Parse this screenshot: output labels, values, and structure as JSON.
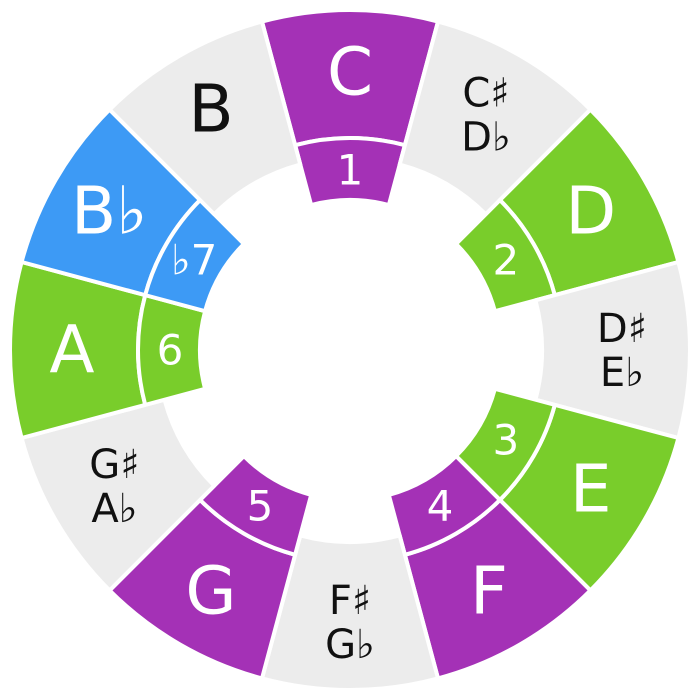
{
  "colors": {
    "neutral": "#ececec",
    "purple": "#a431b6",
    "green": "#79cd2b",
    "blue": "#3d9af5",
    "text_dark": "#111111",
    "text_light": "#ffffff",
    "separator": "#ffffff"
  },
  "wheel": {
    "segments": [
      {
        "key": "c",
        "lines": [
          "C"
        ],
        "degree": "1",
        "fill": "purple",
        "text": "light"
      },
      {
        "key": "c-sharp",
        "lines": [
          "C♯",
          "D♭"
        ],
        "degree": null,
        "fill": "neutral",
        "text": "dark"
      },
      {
        "key": "d",
        "lines": [
          "D"
        ],
        "degree": "2",
        "fill": "green",
        "text": "light"
      },
      {
        "key": "d-sharp",
        "lines": [
          "D♯",
          "E♭"
        ],
        "degree": null,
        "fill": "neutral",
        "text": "dark"
      },
      {
        "key": "e",
        "lines": [
          "E"
        ],
        "degree": "3",
        "fill": "green",
        "text": "light"
      },
      {
        "key": "f",
        "lines": [
          "F"
        ],
        "degree": "4",
        "fill": "purple",
        "text": "light"
      },
      {
        "key": "f-sharp",
        "lines": [
          "F♯",
          "G♭"
        ],
        "degree": null,
        "fill": "neutral",
        "text": "dark"
      },
      {
        "key": "g",
        "lines": [
          "G"
        ],
        "degree": "5",
        "fill": "purple",
        "text": "light"
      },
      {
        "key": "g-sharp",
        "lines": [
          "G♯",
          "A♭"
        ],
        "degree": null,
        "fill": "neutral",
        "text": "dark"
      },
      {
        "key": "a",
        "lines": [
          "A"
        ],
        "degree": "6",
        "fill": "green",
        "text": "light"
      },
      {
        "key": "b-flat",
        "lines": [
          "B♭"
        ],
        "degree": "♭7",
        "fill": "blue",
        "text": "light"
      },
      {
        "key": "b",
        "lines": [
          "B"
        ],
        "degree": null,
        "fill": "neutral",
        "text": "dark"
      }
    ]
  }
}
